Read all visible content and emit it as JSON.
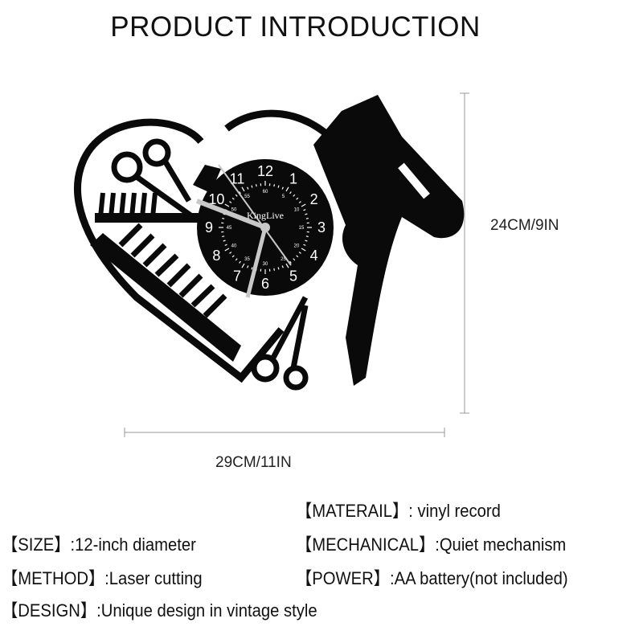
{
  "title": "PRODUCT INTRODUCTION",
  "dimensions": {
    "height": "24CM/9IN",
    "width": "29CM/11IN"
  },
  "clock": {
    "brand": "KingLive",
    "hour_numerals": [
      "12",
      "1",
      "2",
      "3",
      "4",
      "5",
      "6",
      "7",
      "8",
      "9",
      "10",
      "11"
    ],
    "minute_labels": [
      "60",
      "5",
      "10",
      "15",
      "20",
      "25",
      "30",
      "35",
      "40",
      "45",
      "50",
      "55"
    ],
    "colors": {
      "silhouette": "#0a0a0a",
      "hands": "#c8c8c8"
    }
  },
  "specs": [
    {
      "label": "【MATERAIL】",
      "value": ":  vinyl record"
    },
    {
      "label": "【SIZE】",
      "value": ":12-inch diameter"
    },
    {
      "label": "【MECHANICAL】",
      "value": ":Quiet mechanism"
    },
    {
      "label": "【METHOD】",
      "value": ":Laser cutting"
    },
    {
      "label": "【POWER】",
      "value": ":AA battery(not included)"
    },
    {
      "label": "【DESIGN】",
      "value": ":Unique design in vintage style"
    }
  ]
}
